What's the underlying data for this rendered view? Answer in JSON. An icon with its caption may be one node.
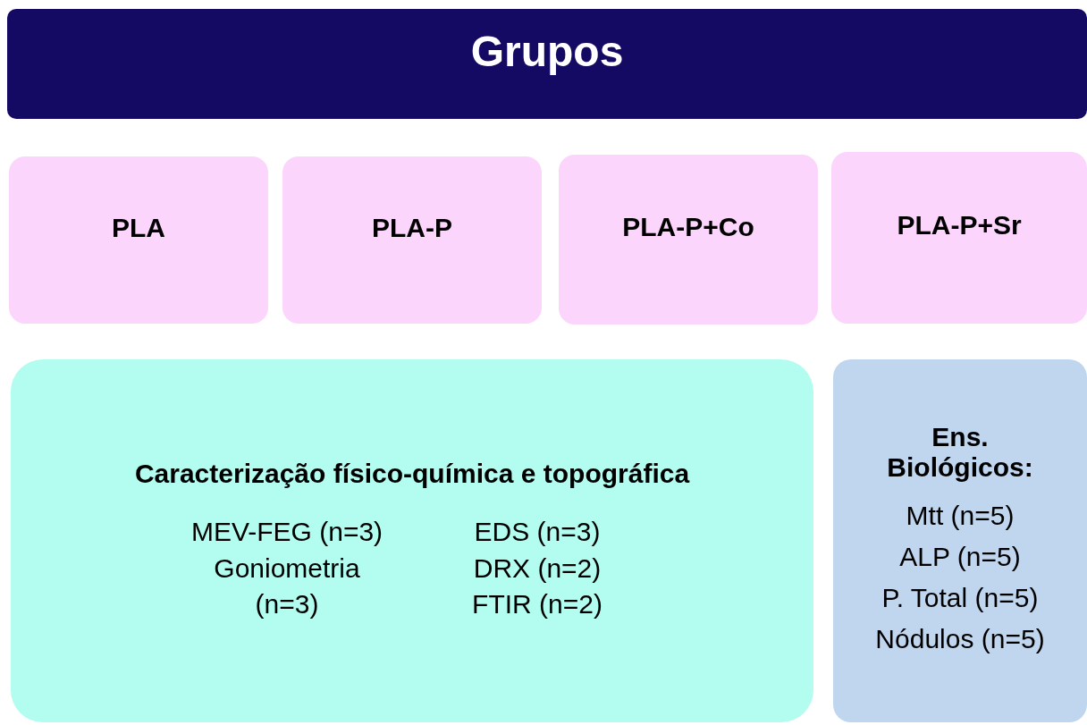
{
  "diagram": {
    "nodes": [
      {
        "text": [
          "Grupos"
        ]
      },
      {
        "text": [
          "PLA"
        ]
      },
      {
        "text": [
          "PLA-P"
        ]
      },
      {
        "text": [
          "PLA-P+Co"
        ]
      },
      {
        "text": [
          "PLA-P+Sr"
        ]
      },
      {
        "text": [
          "Caracterização físico-química e topográfica",
          "MEV-FEG (n=3)",
          "Goniometria (n=3)",
          "EDS (n=3)",
          "DRX (n=2)",
          "FTIR (n=2)"
        ]
      },
      {
        "text": [
          "Ens. Biológicos:",
          "Mtt (n=5)",
          "ALP (n=5)",
          "P. Total (n=5)",
          "Nódulos (n=5)"
        ]
      }
    ],
    "edges": []
  }
}
